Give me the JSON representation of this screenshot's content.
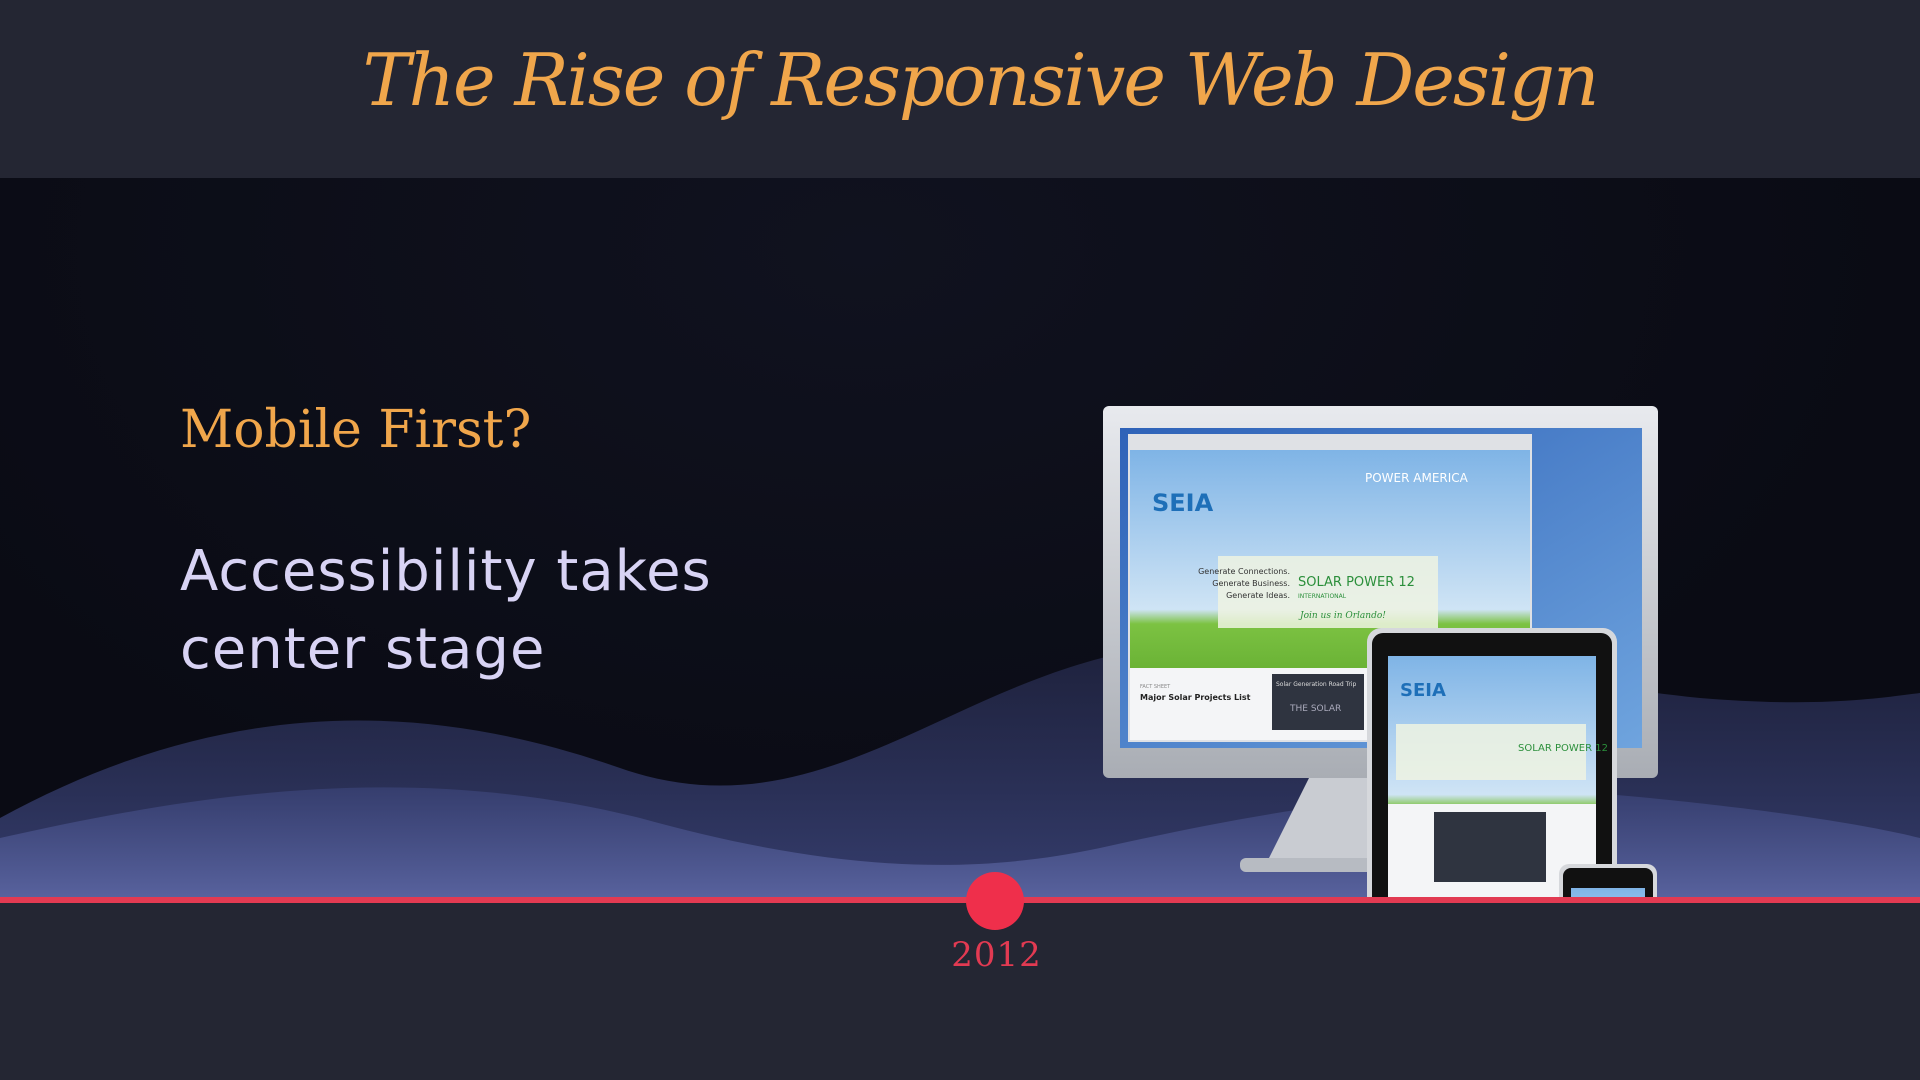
{
  "header": {
    "title": "The Rise of Responsive Web Design"
  },
  "content": {
    "subtitle": "Mobile First?",
    "body": "Accessibility takes center stage"
  },
  "timeline": {
    "year": "2012"
  },
  "illustration": {
    "description_icon": "responsive-devices-illustration",
    "desktop_banner": "POWER AMERICA",
    "desktop_logo": "SEIA",
    "desktop_tagline_lines": [
      "Generate Connections.",
      "Generate Business.",
      "Generate Ideas."
    ],
    "event_name": "SOLAR POWER 12",
    "event_sub": "INTERNATIONAL",
    "event_cta": "Join us in Orlando!",
    "fact_sheet_label": "FACT SHEET",
    "fact_sheet_title": "Major Solar Projects List",
    "video_title": "Solar Generation Road Trip",
    "video_caption": "THE SOLAR"
  },
  "colors": {
    "accent_gold": "#f0a64b",
    "accent_red": "#e23a52",
    "text_lavender": "#d8d3f4",
    "panel": "#242633",
    "background": "#0c0d16"
  }
}
